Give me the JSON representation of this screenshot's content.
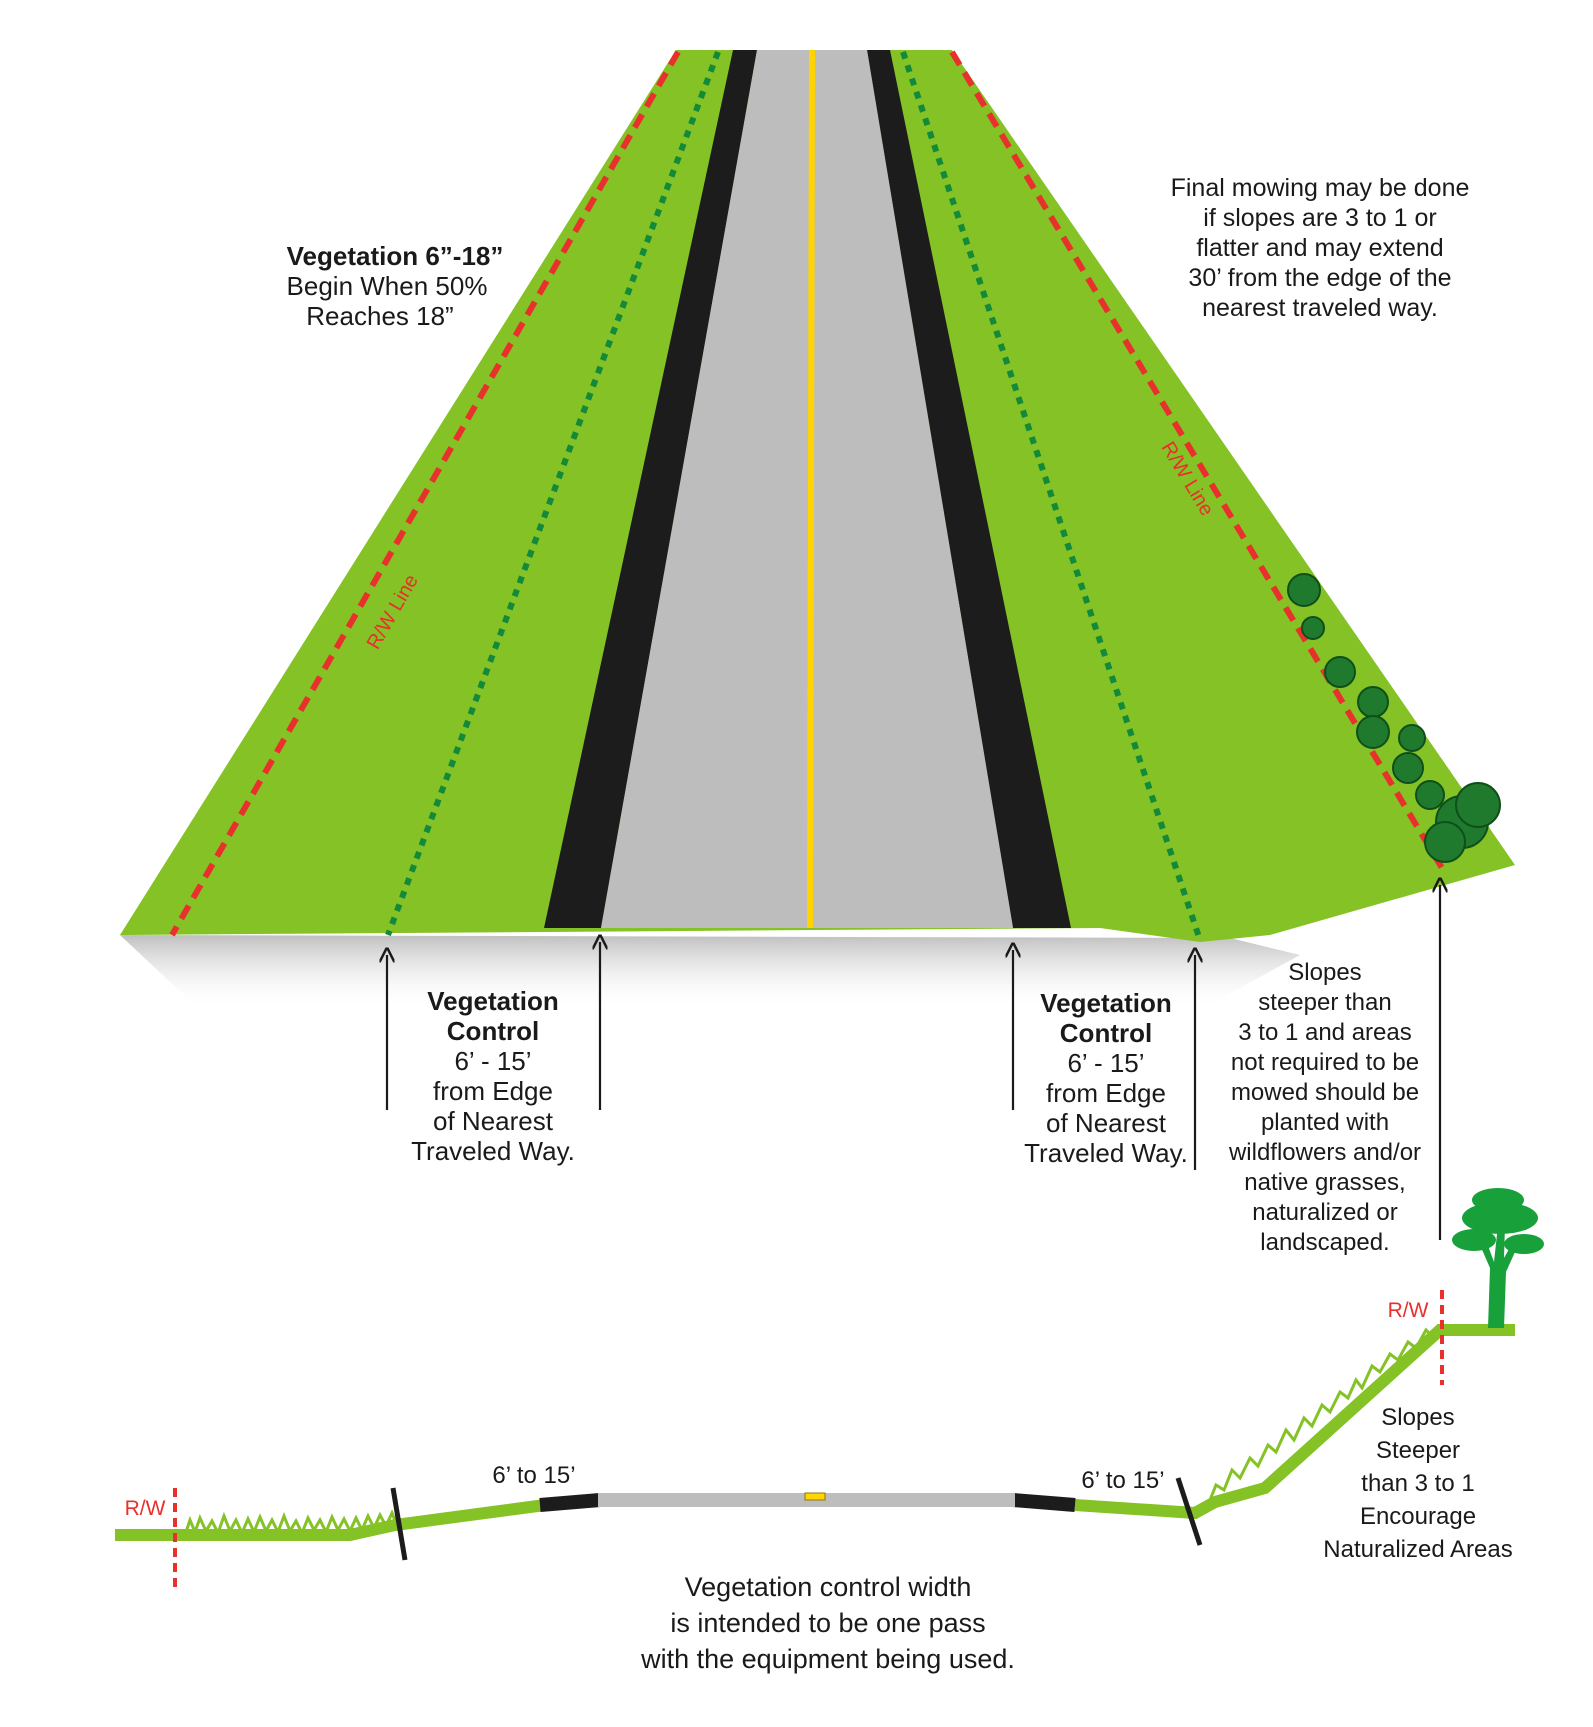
{
  "colors": {
    "grass": "#84c225",
    "road": "#bdbdbd",
    "shoulder": "#1c1c1c",
    "centerline": "#ffd400",
    "rw_line": "#e8302d",
    "control_line": "#128a3a",
    "tree": "#18a13a",
    "shrub": "#1f7a2e"
  },
  "plan_view": {
    "veg_height_title": "Vegetation 6”-18”",
    "veg_height_lines": [
      "Begin When 50%",
      "Reaches 18”"
    ],
    "mowing_note_lines": [
      "Final mowing may be done",
      "if slopes are 3 to 1 or",
      "flatter and may extend",
      "30’ from the edge of the",
      "nearest traveled way."
    ],
    "rw_line_left": "R/W Line",
    "rw_line_right": "R/W Line",
    "left_control": {
      "title_lines": [
        "Vegetation",
        "Control"
      ],
      "body_lines": [
        "6’ - 15’",
        "from Edge",
        "of Nearest",
        "Traveled Way."
      ]
    },
    "right_control": {
      "title_lines": [
        "Vegetation",
        "Control"
      ],
      "body_lines": [
        "6’ - 15’",
        "from Edge",
        "of Nearest",
        "Traveled Way."
      ]
    },
    "steep_slopes_lines": [
      "Slopes",
      "steeper than",
      "3 to 1 and areas",
      "not required to be",
      "mowed should be",
      "planted with",
      "wildflowers and/or",
      "native grasses,",
      "naturalized or",
      "landscaped."
    ]
  },
  "cross_section": {
    "rw_left": "R/W",
    "rw_right": "R/W",
    "width_left": "6’ to 15’",
    "width_right": "6’ to 15’",
    "slope_note_lines": [
      "Slopes",
      "Steeper",
      "than 3 to 1",
      "Encourage",
      "Naturalized Areas"
    ],
    "caption_lines": [
      "Vegetation control width",
      "is intended to be one pass",
      "with the equipment being used."
    ]
  }
}
